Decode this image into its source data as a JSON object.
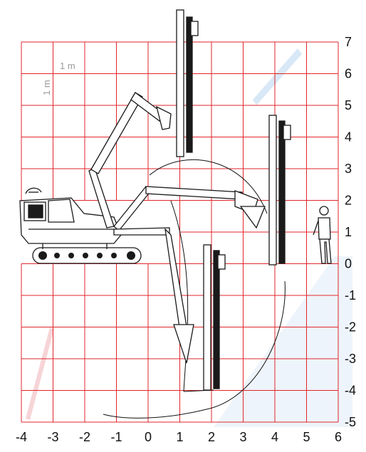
{
  "colors": {
    "grid": "#e0262b",
    "machine": "#1a1a1a",
    "reach_arc": "#111111",
    "watermark": "#d9e8f6"
  },
  "axes": {
    "x_ticks": [
      "-4",
      "-3",
      "-2",
      "-1",
      "0",
      "1",
      "2",
      "3",
      "4",
      "5",
      "6"
    ],
    "y_ticks": [
      "7",
      "6",
      "5",
      "4",
      "3",
      "2",
      "1",
      "0",
      "-1",
      "-2",
      "-3",
      "-4",
      "-5"
    ],
    "unit": "m"
  },
  "scale": {
    "horizontal": "1 m",
    "vertical": "1 m"
  },
  "icons": {
    "machine": "crawler-drill-rig-icon",
    "person": "person-icon"
  }
}
